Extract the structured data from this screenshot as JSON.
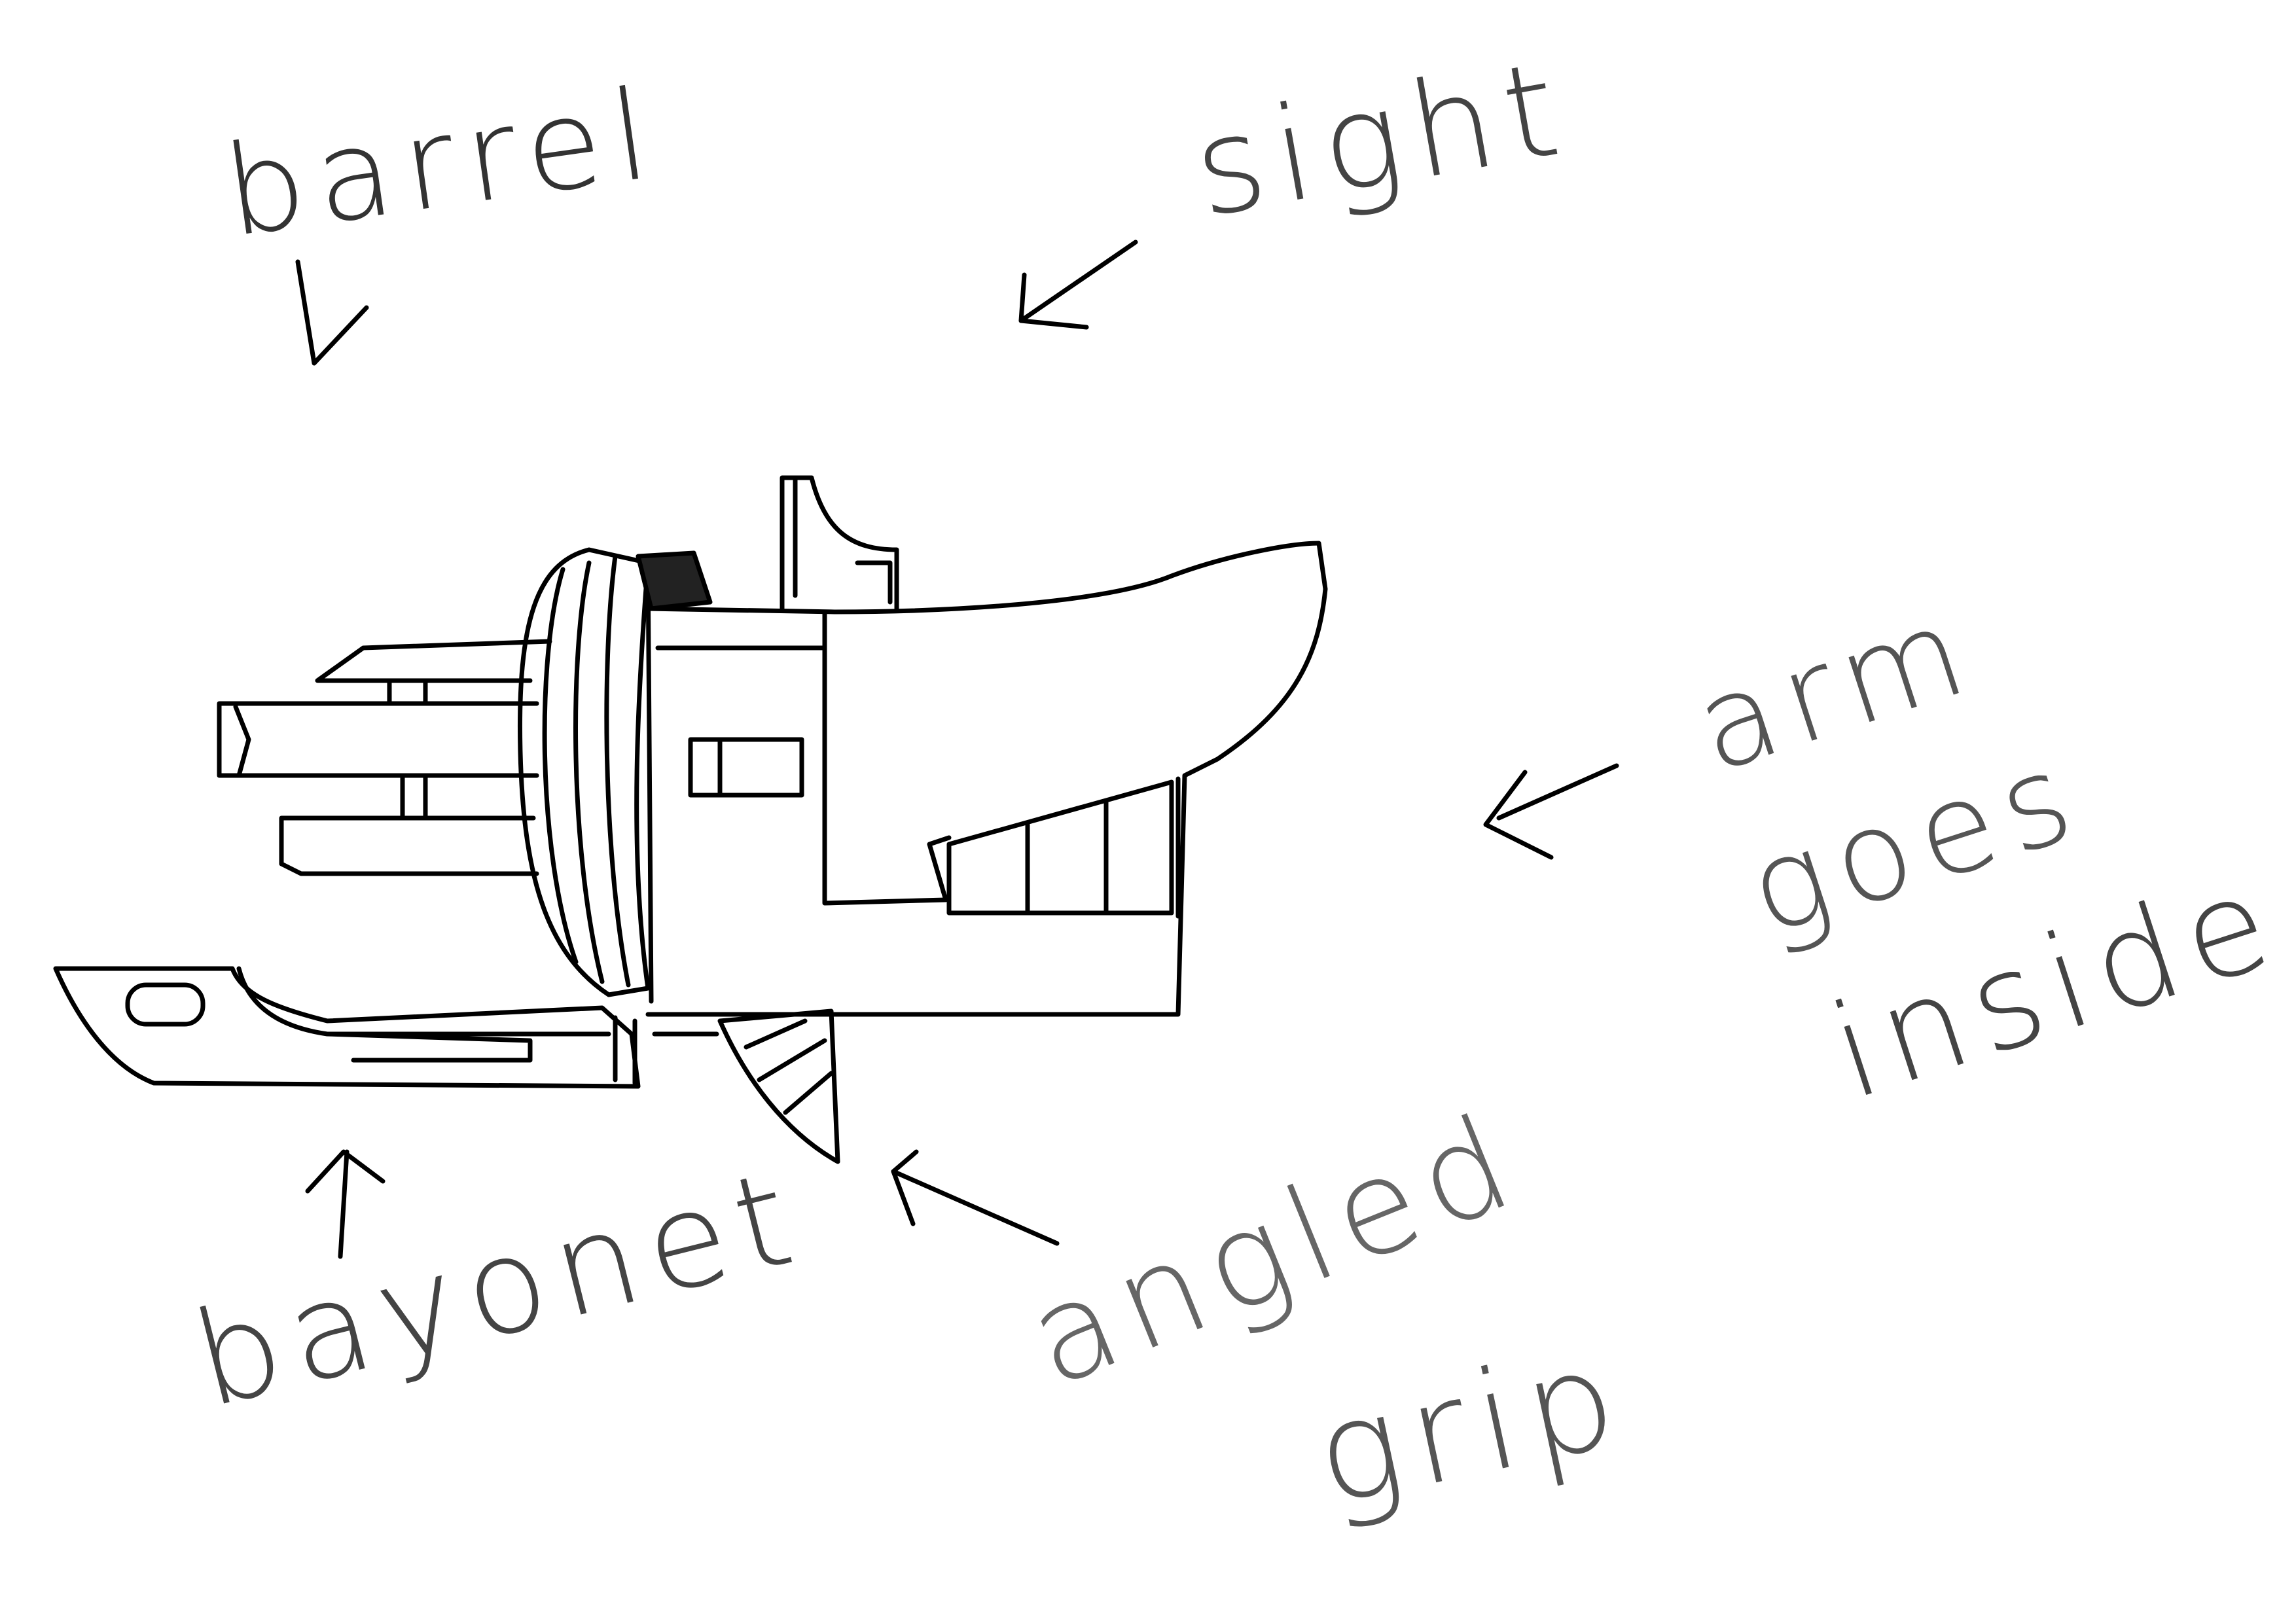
{
  "colors": {
    "ink": "#000000",
    "paper": "#ffffff",
    "label": "#444444",
    "fill_dark": "#222222"
  },
  "labels": {
    "barrel": "barrel",
    "sight": "sight",
    "arm_1": "arm",
    "arm_2": "goes",
    "arm_3": "inside",
    "bayonet": "bayonet",
    "angled": "angled",
    "grip": "grip"
  }
}
